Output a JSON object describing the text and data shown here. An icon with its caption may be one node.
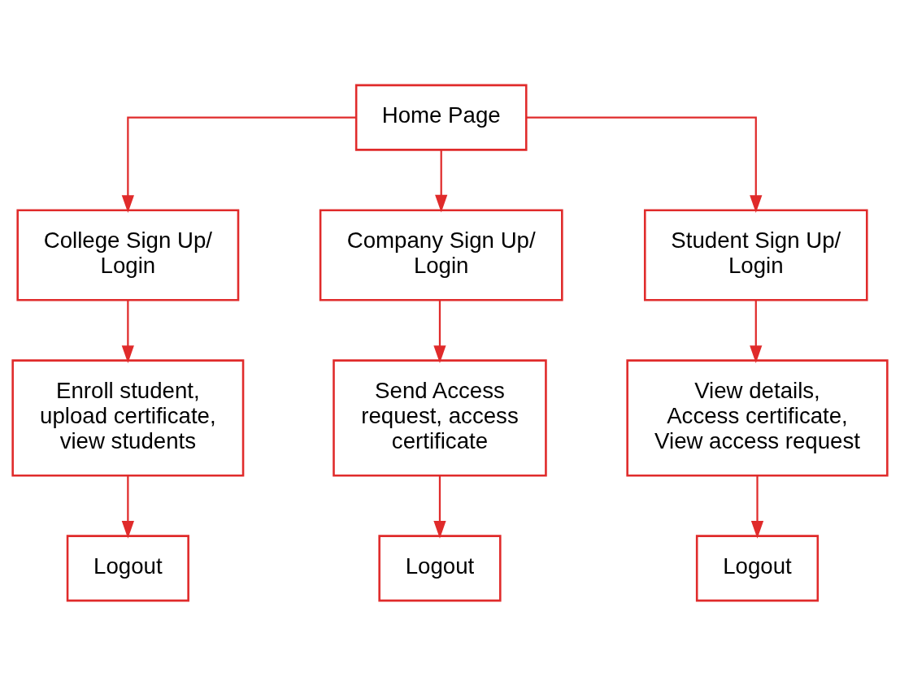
{
  "diagram": {
    "nodes": [
      {
        "text": [
          "Home Page"
        ]
      },
      {
        "text": [
          "College Sign Up/ Login"
        ]
      },
      {
        "text": [
          "Company Sign Up/ Login"
        ]
      },
      {
        "text": [
          "Student Sign Up/ Login"
        ]
      },
      {
        "text": [
          "Enroll student, upload certificate, view students"
        ]
      },
      {
        "text": [
          "Send Access request, access certificate"
        ]
      },
      {
        "text": [
          "View details, Access certificate, View access request"
        ]
      },
      {
        "text": [
          "Logout"
        ]
      },
      {
        "text": [
          "Logout"
        ]
      },
      {
        "text": [
          "Logout"
        ]
      }
    ],
    "edges": [
      {
        "from": 0,
        "to": 1,
        "arrow": "to"
      },
      {
        "from": 0,
        "to": 2,
        "arrow": "to"
      },
      {
        "from": 0,
        "to": 3,
        "arrow": "to"
      },
      {
        "from": 1,
        "to": 4,
        "arrow": "to"
      },
      {
        "from": 2,
        "to": 5,
        "arrow": "to"
      },
      {
        "from": 3,
        "to": 6,
        "arrow": "to"
      },
      {
        "from": 4,
        "to": 7,
        "arrow": "to"
      },
      {
        "from": 5,
        "to": 8,
        "arrow": "to"
      },
      {
        "from": 6,
        "to": 9,
        "arrow": "to"
      }
    ]
  }
}
